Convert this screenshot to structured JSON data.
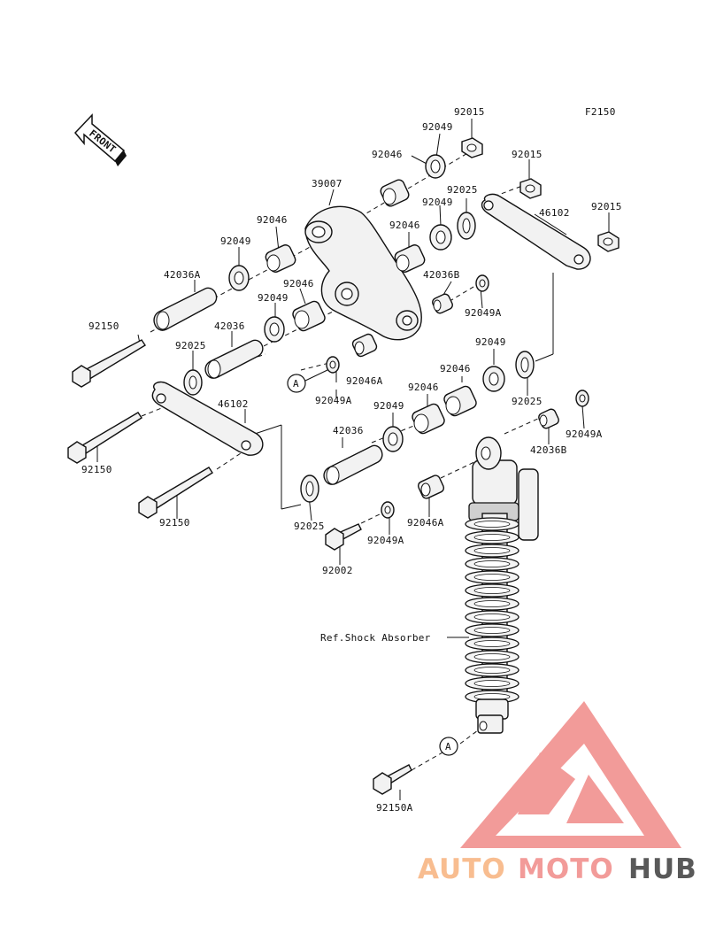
{
  "figure_code": "F2150",
  "front_label": "FRONT",
  "ref_label": "Ref.Shock Absorber",
  "callout_letter": "A",
  "parts": {
    "p92015_a": "92015",
    "p92049_a": "92049",
    "p92046_a": "92046",
    "p92015_b": "92015",
    "p39007": "39007",
    "p92025_a": "92025",
    "p92015_c": "92015",
    "p46102_a": "46102",
    "p92049_b": "92049",
    "p92046_b": "92046",
    "p92046_c": "92046",
    "p92049_c": "92049",
    "p42036B_a": "42036B",
    "p42036A": "42036A",
    "p92046_d": "92046",
    "p92049_d": "92049",
    "p92049A_a": "92049A",
    "p92150_a": "92150",
    "p42036_a": "42036",
    "p92025_b": "92025",
    "p92049_e": "92049",
    "p92046A_a": "92046A",
    "p92049A_b": "92049A",
    "p92046_e": "92046",
    "p92046_f": "92046",
    "p92025_c": "92025",
    "p92049_f": "92049",
    "p46102_b": "46102",
    "p42036_b": "42036",
    "p92049A_c": "92049A",
    "p42036B_b": "42036B",
    "p92150_b": "92150",
    "p92150_c": "92150",
    "p92025_d": "92025",
    "p92046A_b": "92046A",
    "p92049A_d": "92049A",
    "p92002": "92002",
    "p92150A": "92150A"
  },
  "watermark": {
    "part1": "AUTO",
    "part2": "MOTO",
    "part3": "HUB",
    "color_light": "#f7b27d",
    "color_accent": "#f08a88",
    "color_dark": "#3d3d3d"
  }
}
